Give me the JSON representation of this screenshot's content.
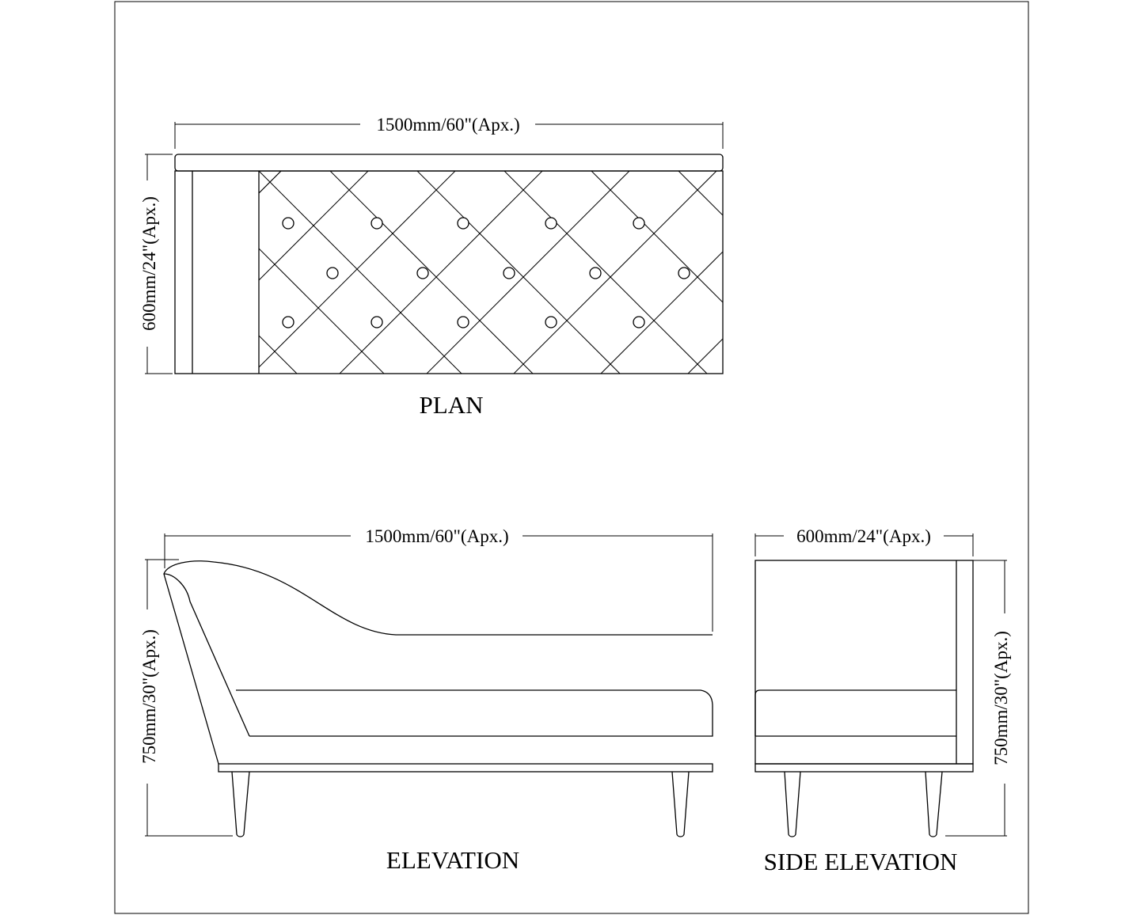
{
  "views": {
    "plan": {
      "title": "PLAN",
      "width_label": "1500mm/60\"(Apx.)",
      "depth_label": "600mm/24\"(Apx.)"
    },
    "elevation": {
      "title": "ELEVATION",
      "width_label": "1500mm/60\"(Apx.)",
      "height_label": "750mm/30\"(Apx.)"
    },
    "side_elevation": {
      "title": "SIDE ELEVATION",
      "width_label": "600mm/24\"(Apx.)",
      "height_label": "750mm/30\"(Apx.)"
    }
  },
  "colors": {
    "line": "#000000",
    "background": "#ffffff"
  }
}
